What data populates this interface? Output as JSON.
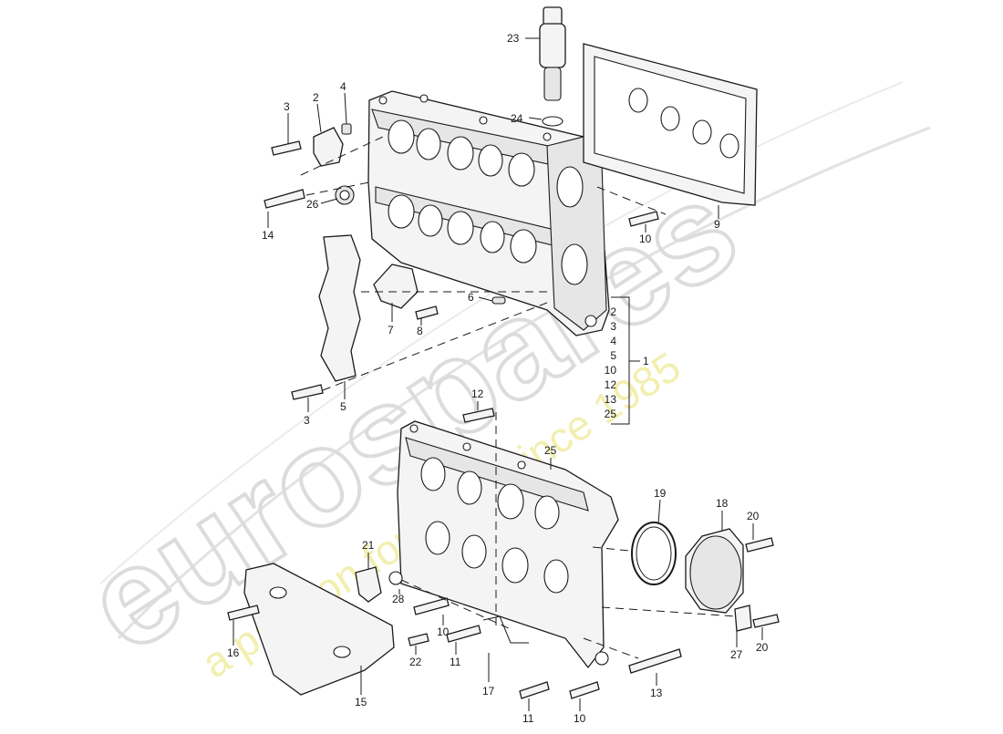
{
  "watermark": {
    "brand": "eurospares",
    "tagline": "a passion for parts since 1985",
    "brand_color": "#dcdcdc",
    "tagline_color": "#f2efb0"
  },
  "callouts": {
    "c1": "1",
    "c2a": "2",
    "c2b": "2",
    "c3a": "3",
    "c3b": "3",
    "c3c": "3",
    "c4a": "4",
    "c4b": "4",
    "c5a": "5",
    "c5b": "5",
    "c6": "6",
    "c7": "7",
    "c8": "8",
    "c9": "9",
    "c10a": "10",
    "c10b": "10",
    "c10c": "10",
    "c10d": "10",
    "c11a": "11",
    "c11b": "11",
    "c12a": "12",
    "c12b": "12",
    "c13a": "13",
    "c13b": "13",
    "c14": "14",
    "c15": "15",
    "c16": "16",
    "c17": "17",
    "c18": "18",
    "c19": "19",
    "c20a": "20",
    "c20b": "20",
    "c21": "21",
    "c22": "22",
    "c23": "23",
    "c24": "24",
    "c25a": "25",
    "c25b": "25",
    "c26": "26",
    "c27": "27",
    "c28": "28"
  }
}
